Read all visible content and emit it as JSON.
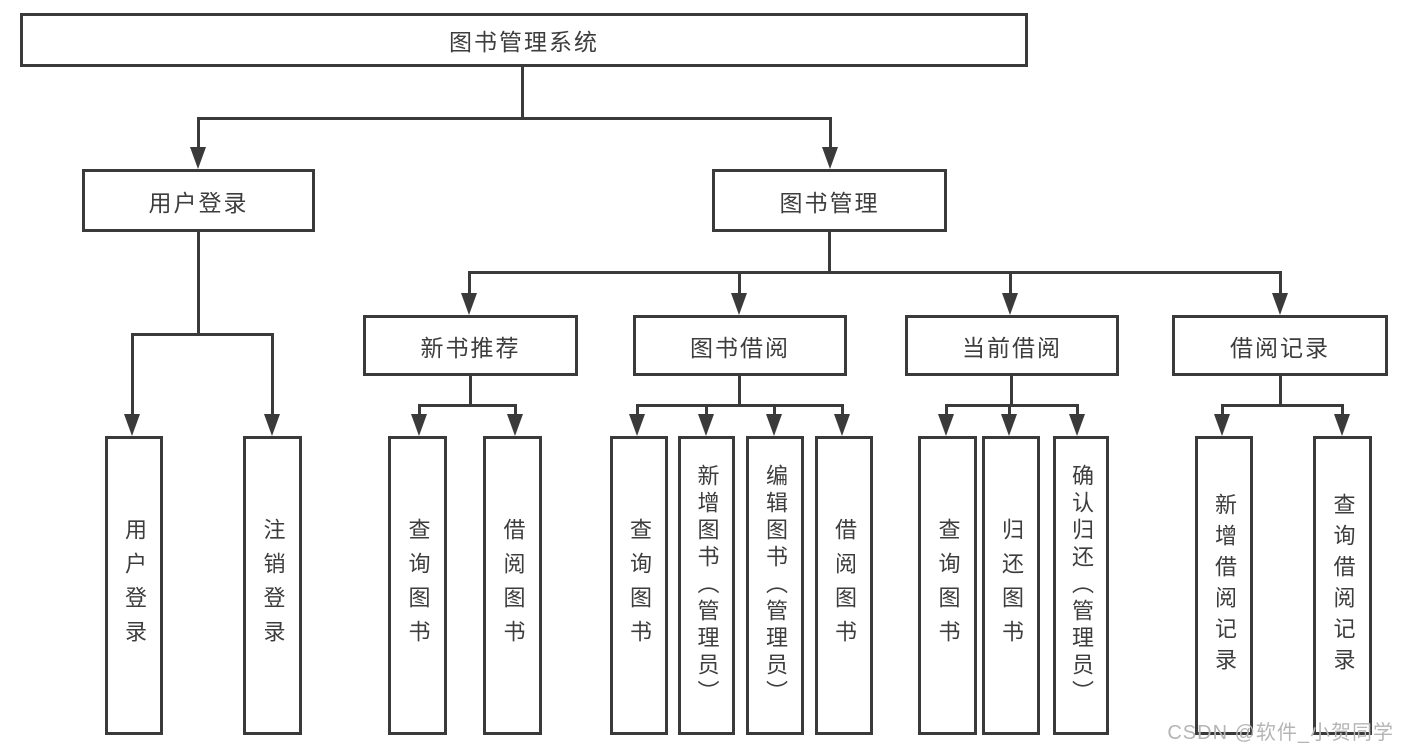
{
  "diagram": {
    "root": {
      "label": "图书管理系统"
    },
    "level2": [
      {
        "label": "用户登录"
      },
      {
        "label": "图书管理"
      }
    ],
    "level3": [
      {
        "label": "新书推荐"
      },
      {
        "label": "图书借阅"
      },
      {
        "label": "当前借阅"
      },
      {
        "label": "借阅记录"
      }
    ],
    "leaves": [
      {
        "label": "用户登录"
      },
      {
        "label": "注销登录"
      },
      {
        "label": "查询图书"
      },
      {
        "label": "借阅图书"
      },
      {
        "label": "查询图书"
      },
      {
        "label": "新增图书（管理员）"
      },
      {
        "label": "编辑图书（管理员）"
      },
      {
        "label": "借阅图书"
      },
      {
        "label": "查询图书"
      },
      {
        "label": "归还图书"
      },
      {
        "label": "确认归还（管理员）"
      },
      {
        "label": "新增借阅记录"
      },
      {
        "label": "查询借阅记录"
      }
    ],
    "colors": {
      "line": "#3a3a3a",
      "text": "#3d3d3d",
      "watermark": "#b5b5b5",
      "background": "#ffffff"
    }
  },
  "watermark": {
    "text": "CSDN @软件_小贺同学"
  }
}
